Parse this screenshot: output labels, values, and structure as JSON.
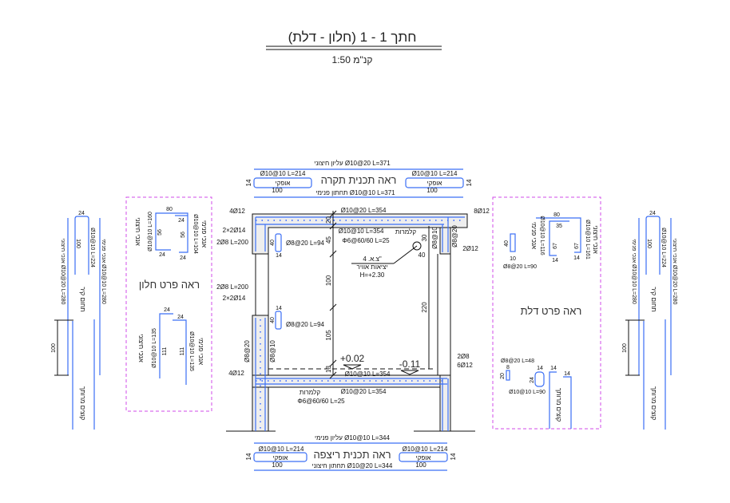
{
  "title": {
    "main": "חתך 1 - 1 (חלון - דלת)",
    "scale": "קנ\"מ 1:50"
  },
  "colors": {
    "rebar": "#3b6ff5",
    "detail_frame": "#d24bea",
    "concrete": "#eeeeee"
  },
  "roof_plan": {
    "top_note": "עליון חיצוני  Ø10@20 L=371",
    "left_bar": "Ø10@10 L=214",
    "left_box": "אופקי",
    "left_len": "100",
    "center": "ראה תכנית תקרה",
    "right_bar": "Ø10@10 L=214",
    "right_box": "אופקי",
    "right_len": "100",
    "bottom_note": "תחתון פנימי  Ø10@10 L=371",
    "side_dim": "14"
  },
  "floor_plan": {
    "top_note": "עליון פנימי  Ø10@10 L=344",
    "left_bar": "Ø10@10 L=214",
    "left_box": "אופקי",
    "left_len": "100",
    "center": "ראה תכנית ריצפה",
    "right_bar": "Ø10@10 L=214",
    "right_box": "אופקי",
    "right_len": "100",
    "bottom_note": "תחתון חיצוני  Ø10@20 L=344",
    "side_dim": "14"
  },
  "section": {
    "roof_top_bar": "Ø10@20 L=354",
    "roof_bottom_bar": "Ø10@10 L=354",
    "roof_stirrup_label": "קלמרות",
    "roof_stirrup": "Φ6@60/60 L=25",
    "left_top_corner": "4Ø12",
    "left_lintel_1": "2×2Ø14",
    "left_lintel_2": "2Ø8 L=200",
    "left_sill_1": "2Ø8 L=200",
    "left_sill_2": "2×2Ø14",
    "left_bottom_corner": "4Ø12",
    "left_wall_outer": "Ø8@20",
    "left_wall_inner": "Ø8@10",
    "stirrup_top": "Ø8@20 L=94",
    "stirrup_top_h": "40",
    "stirrup_top_w": "14",
    "stirrup_bot": "Ø8@20 L=94",
    "stirrup_bot_h": "40",
    "stirrup_bot_w": "14",
    "right_top_corner": "8Ø12",
    "right_wall_outer": "Ø8@20",
    "right_wall_inner": "Ø8@10",
    "right_lintel": "2Ø12",
    "right_bottom_1": "2Ø8",
    "right_bottom_2": "6Ø12",
    "vent_1": "צ.א. 4\"",
    "vent_2": "יציאות אוויר",
    "vent_3": "H=+2.30",
    "floor_top_bar": "Ø10@10 L=354",
    "floor_bottom_bar": "Ø10@20 L=354",
    "floor_stirrup_label": "קלמרות",
    "floor_stirrup": "Φ6@60/60 L=25",
    "elev_1": "+0.02",
    "elev_2": "-0.11",
    "dims_left": [
      "20",
      "45",
      "100",
      "105",
      "13"
    ],
    "dims_right": [
      "30",
      "220",
      "40"
    ]
  },
  "window_detail": {
    "title": "ראה פרט חלון",
    "top_dims": [
      "80",
      "24",
      "56",
      "56",
      "24",
      "24"
    ],
    "outer_label": "אנכי חיצוני",
    "outer_bar": "Ø10@10 L=160",
    "inner_label": "אנכי פנימי",
    "inner_bar": "Ø10@10 L=104",
    "bot_dims": [
      "24",
      "24",
      "111",
      "111"
    ],
    "bot_outer_label": "אנכי חיצוני",
    "bot_outer_bar": "Ø10@10 L=135",
    "bot_inner_label": "אנכי פנימי",
    "bot_inner_bar": "Ø10@10 L=135"
  },
  "door_detail": {
    "title": "ראה פרט דלת",
    "top_dims": [
      "80",
      "35",
      "67",
      "67",
      "14",
      "14"
    ],
    "inner_label": "אנכי פנימי",
    "inner_bar": "Ø10@10 L=116",
    "outer_label": "אנכי חיצוני",
    "outer_bar": "Ø10@10 L=161",
    "stirrup_h": "40",
    "stirrup_w": "10",
    "stirrup_bar": "Ø8@20 L=90",
    "small_bar": "Ø8@20 L=48",
    "small_w": "8",
    "small_h": "20",
    "loop_h": "24",
    "loop_w": "14",
    "loop_bar": "Ø10@10 L=90",
    "dowel_w1": "14",
    "dowel_w2": "14",
    "dowel_label": "קוצים מרותך"
  },
  "wall_left": {
    "outer": "אנכי חיצוני  Ø10@20 L=280",
    "hook_top": "24",
    "hook_len": "100",
    "mid": "Ø10@10 L=224",
    "inner": "אנכי פנימי  Ø10@10 L=280",
    "zone": "תחום קיר",
    "dim": "100",
    "dowels": "קוצים מרותך"
  },
  "wall_right": {
    "inner": "אנכי פנימי  Ø10@10 L=280",
    "hook_top": "24",
    "hook_len": "100",
    "mid": "Ø10@10 L=224",
    "outer": "אנכי חיצוני  Ø10@20 L=280",
    "zone": "תחום קיר",
    "dim": "100",
    "dowels": "קוצים מרותך"
  }
}
